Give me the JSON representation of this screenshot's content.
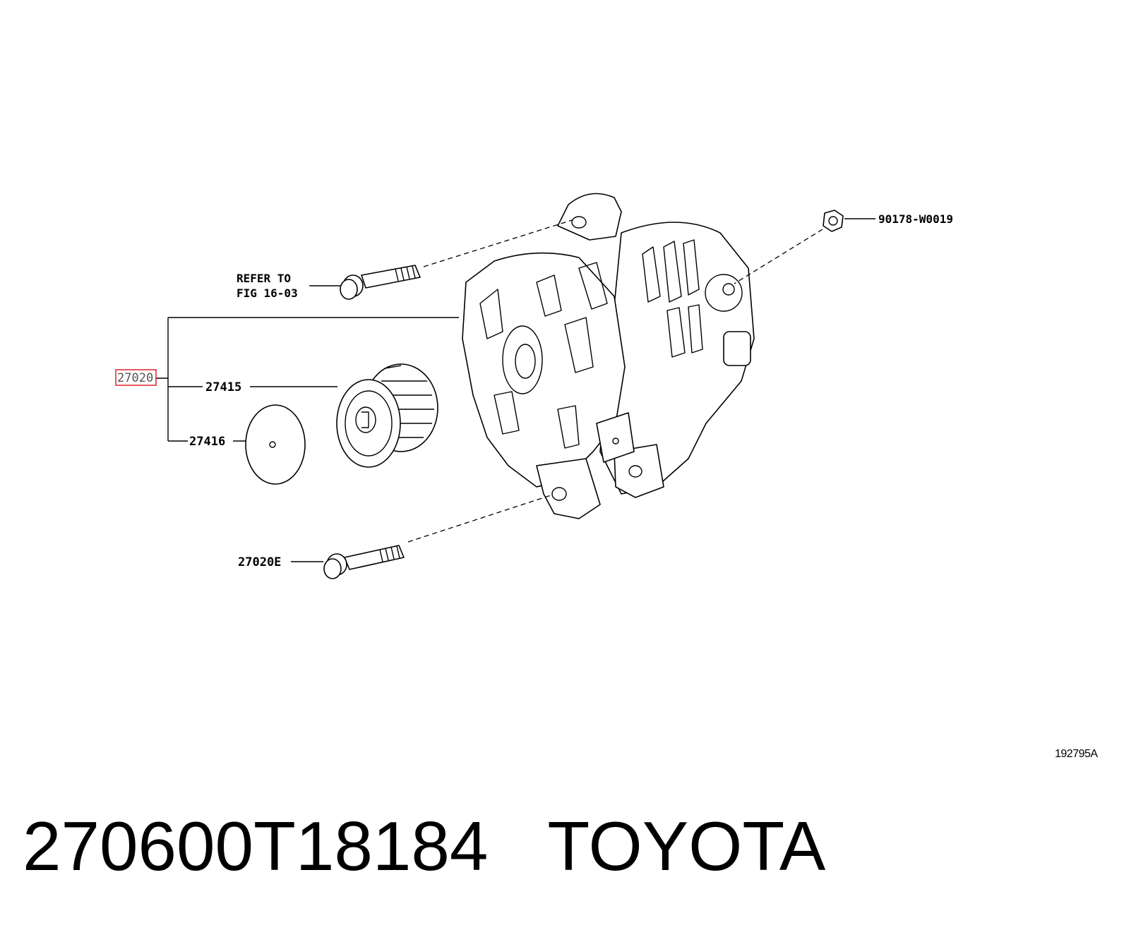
{
  "diagram": {
    "callouts": {
      "main_assembly": "27020",
      "pulley": "27415",
      "pulley_cap": "27416",
      "lower_bolt": "27020E",
      "nut": "90178-W0019",
      "refer_line1": "REFER TO",
      "refer_line2": "FIG 16-03"
    },
    "highlight_color": "#e0202a",
    "illustration_code": "192795A"
  },
  "footer": {
    "part_number": "270600T18184",
    "brand": "TOYOTA"
  },
  "icons": [
    "alternator-icon",
    "pulley-icon",
    "pulley-cap-icon",
    "bolt-icon",
    "nut-icon"
  ]
}
